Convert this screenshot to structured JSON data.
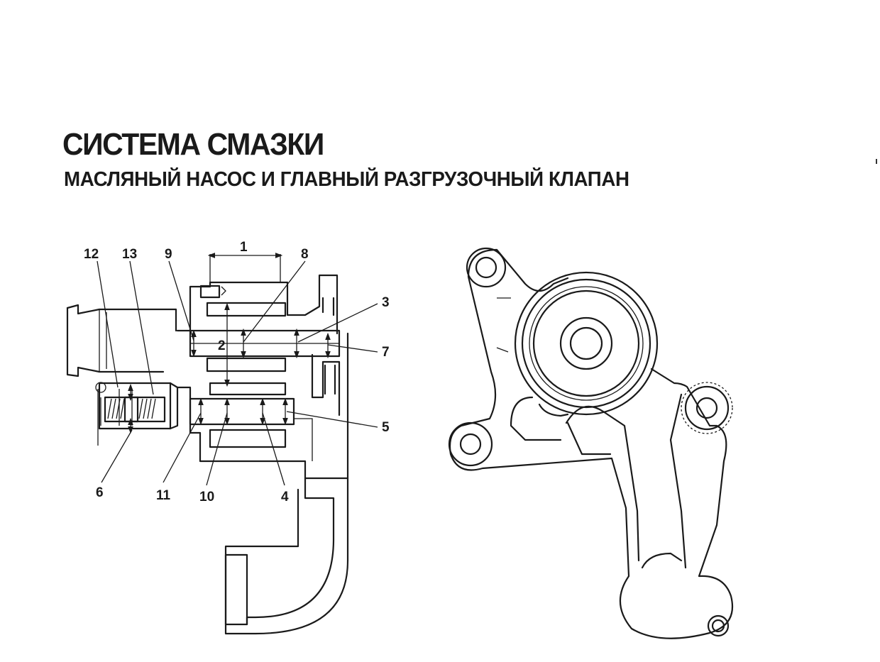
{
  "header": {
    "title": "СИСТЕМА СМАЗКИ",
    "subtitle": "МАСЛЯНЫЙ НАСОС И ГЛАВНЫЙ РАЗГРУЗОЧНЫЙ КЛАПАН"
  },
  "callouts": [
    "1",
    "2",
    "3",
    "4",
    "5",
    "6",
    "7",
    "8",
    "9",
    "10",
    "11",
    "12",
    "13"
  ],
  "colors": {
    "ink": "#1a1a1a",
    "background": "#ffffff"
  }
}
